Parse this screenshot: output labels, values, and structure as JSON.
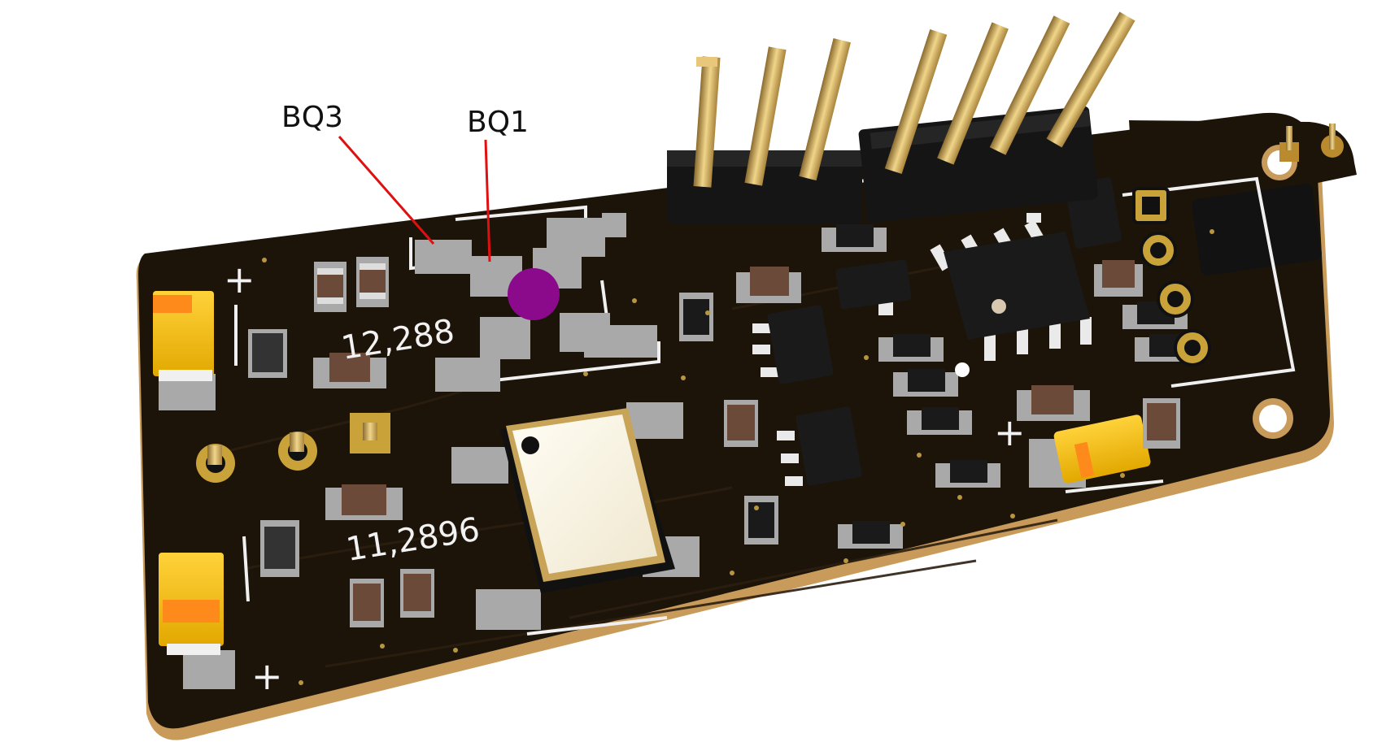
{
  "scene": {
    "kind": "pcb-3d-render",
    "board_color": "#1d1409",
    "board_edge_color": "#c99b5a",
    "pad_color": "#a9a9a9",
    "callout_line_color": "#e01010",
    "marker_color": "#8b0a8b"
  },
  "callouts": {
    "bq3": {
      "label": "BQ3"
    },
    "bq1": {
      "label": "BQ1"
    }
  },
  "silkscreen": {
    "freq_top": "12,288",
    "freq_bottom": "11,2896",
    "plus_top_left": "+",
    "plus_bottom_left": "+",
    "plus_right": "+"
  }
}
